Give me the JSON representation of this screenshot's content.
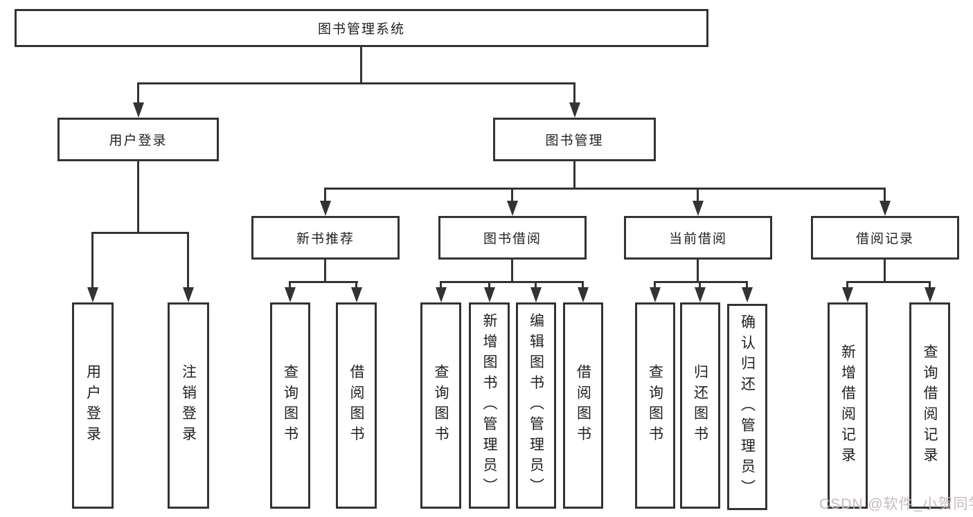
{
  "colors": {
    "line": "#333333",
    "box_background": "#ffffff",
    "text": "#1f1f1f",
    "watermark": "#c6bcbc"
  },
  "nodes": {
    "root": {
      "label": "图书管理系统"
    },
    "user_login": {
      "label": "用户登录"
    },
    "book_mgmt": {
      "label": "图书管理"
    },
    "new_book_rec": {
      "label": "新书推荐"
    },
    "book_borrow": {
      "label": "图书借阅"
    },
    "current_borrow": {
      "label": "当前借阅"
    },
    "borrow_records": {
      "label": "借阅记录"
    },
    "leaf_user_login": {
      "label": "用户登录"
    },
    "leaf_logout": {
      "label": "注销登录"
    },
    "leaf_query_book_1": {
      "label": "查询图书"
    },
    "leaf_borrow_book_1": {
      "label": "借阅图书"
    },
    "leaf_query_book_2": {
      "label": "查询图书"
    },
    "leaf_add_book": {
      "label": "新增图书（管理员）"
    },
    "leaf_edit_book": {
      "label": "编辑图书（管理员）"
    },
    "leaf_borrow_book_2": {
      "label": "借阅图书"
    },
    "leaf_query_book_3": {
      "label": "查询图书"
    },
    "leaf_return_book": {
      "label": "归还图书"
    },
    "leaf_confirm_return": {
      "label": "确认归还（管理员）"
    },
    "leaf_add_record": {
      "label": "新增借阅记录"
    },
    "leaf_query_record": {
      "label": "查询借阅记录"
    }
  },
  "watermark": {
    "text": "CSDN @软件_小贺同学"
  }
}
